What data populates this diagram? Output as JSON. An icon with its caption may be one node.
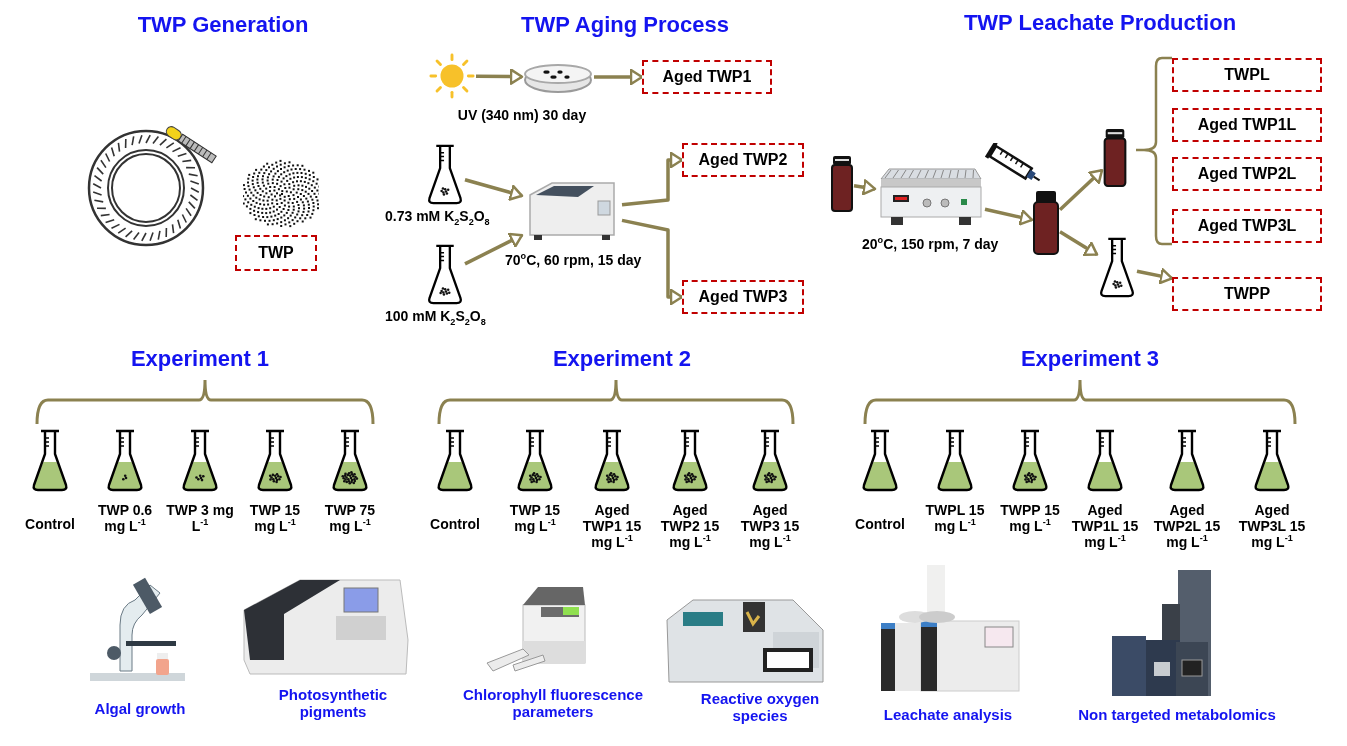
{
  "diagram": {
    "nodes": [
      {
        "text": [
          "TWP"
        ]
      },
      {
        "text": [],
        "shape": "picture"
      },
      {
        "text": [],
        "shape": "picture"
      },
      {
        "text": [
          "Aged TWP1"
        ]
      },
      {
        "text": [],
        "shape": "picture",
        "beside": [
          "0.73 mM K$_{2}$S$_{2}$O$_{8}$"
        ]
      },
      {
        "text": [],
        "shape": "picture",
        "beside": [
          "100 mM K$_{2}$S$_{2}$O$_{8}$"
        ]
      },
      {
        "text": [],
        "shape": "picture",
        "beside": [
          "70$^{o}$C, 60 rpm, 15 day"
        ]
      },
      {
        "text": [
          "Aged TWP2"
        ]
      },
      {
        "text": [
          "Aged TWP3"
        ]
      },
      {
        "text": [],
        "shape": "bottle"
      },
      {
        "text": [],
        "shape": "picture",
        "beside": [
          "20$^{o}$C, 150 rpm, 7 day"
        ]
      },
      {
        "text": [],
        "shape": "bottle"
      },
      {
        "text": [],
        "shape": "bottle"
      },
      {
        "text": [],
        "shape": "picture"
      },
      {
        "text": [
          "TWPL"
        ]
      },
      {
        "text": [
          "Aged TWP1L"
        ]
      },
      {
        "text": [
          "Aged TWP2L"
        ]
      },
      {
        "text": [
          "Aged TWP3L"
        ]
      },
      {
        "text": [
          "TWPP"
        ]
      }
    ],
    "edges": [
      {
        "from": 1,
        "to": 2,
        "arrow": "to"
      },
      {
        "from": 2,
        "to": 3,
        "arrow": "to"
      },
      {
        "from": 4,
        "to": 6,
        "arrow": "to"
      },
      {
        "from": 5,
        "to": 6,
        "arrow": "to"
      },
      {
        "from": 6,
        "to": 7,
        "arrow": "to"
      },
      {
        "from": 6,
        "to": 8,
        "arrow": "to"
      },
      {
        "from": 9,
        "to": 10,
        "arrow": "to"
      },
      {
        "from": 10,
        "to": 11,
        "arrow": "to"
      },
      {
        "from": 11,
        "to": 12,
        "arrow": "to"
      },
      {
        "from": 11,
        "to": 13,
        "arrow": "to"
      },
      {
        "from": 13,
        "to": 18,
        "arrow": "to"
      }
    ],
    "labels": [
      "TWP Generation",
      "TWP Aging Process",
      "TWP Leachate Production",
      "UV (340 nm) 30 day",
      "Experiment 1",
      "Experiment 2",
      "Experiment 3",
      "Control",
      "TWP 0.6 mg L$^{-1}$",
      "TWP 3 mg L$^{-1}$",
      "TWP 15 mg L$^{-1}$",
      "TWP 75 mg L$^{-1}$",
      "Control",
      "TWP 15 mg L$^{-1}$",
      "Aged TWP1 15 mg L$^{-1}$",
      "Aged TWP2 15 mg L$^{-1}$",
      "Aged TWP3 15 mg L$^{-1}$",
      "Control",
      "TWPL 15 mg L$^{-1}$",
      "TWPP 15 mg L$^{-1}$",
      "Aged TWP1L 15 mg L$^{-1}$",
      "Aged TWP2L 15 mg L$^{-1}$",
      "Aged TWP3L 15 mg L$^{-1}$",
      "Algal growth",
      "Photosynthetic pigments",
      "Chlorophyll fluorescence parameters",
      "Reactive oxygen species",
      "Leachate analysis",
      "Non targeted metabolomics"
    ]
  }
}
